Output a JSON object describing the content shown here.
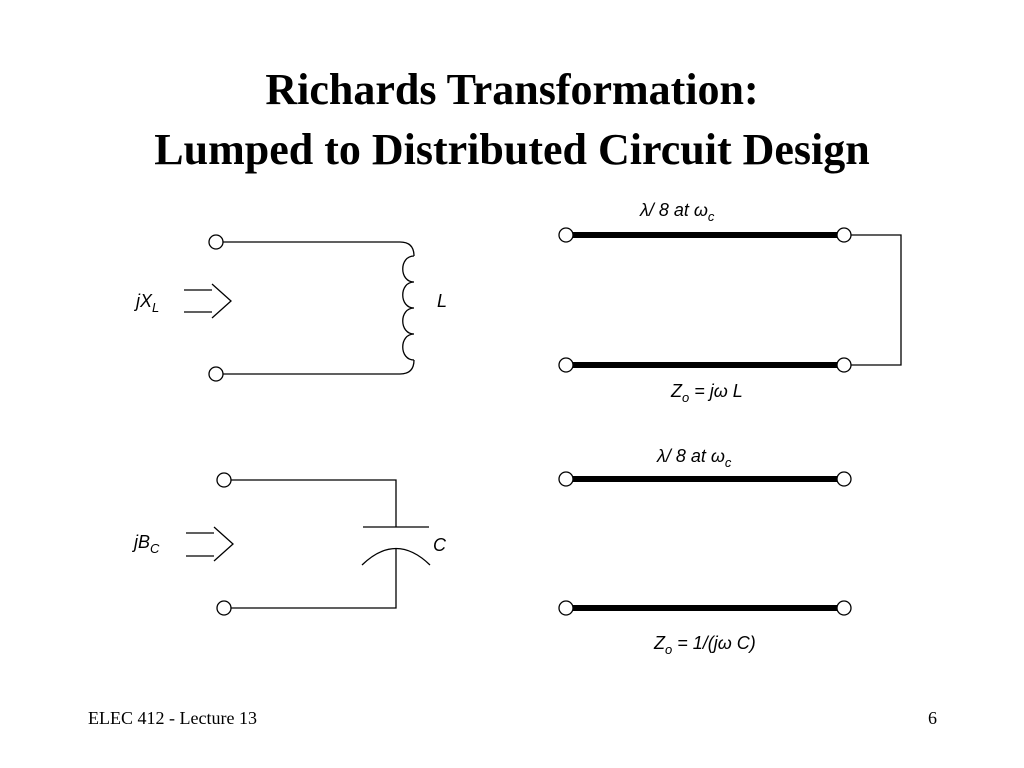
{
  "slide": {
    "title_line1": "Richards Transformation:",
    "title_line2": "Lumped to Distributed Circuit Design"
  },
  "inductor": {
    "port_label_main": "jX",
    "port_label_sub": "L",
    "element_label": "L"
  },
  "capacitor": {
    "port_label_main": "jB",
    "port_label_sub": "C",
    "element_label": "C"
  },
  "stub_short": {
    "length_lambda": "λ",
    "length_mid": "/ 8 at ",
    "length_omega": "ω",
    "length_sub": "c",
    "z_main": "Z",
    "z_sub": "o",
    "z_rest": " = jω L"
  },
  "stub_open": {
    "length_lambda": "λ",
    "length_mid": "/ 8 at ",
    "length_omega": "ω",
    "length_sub": "c",
    "z_main": "Z",
    "z_sub": "o",
    "z_rest": " = 1/(jω C)"
  },
  "footer": {
    "course": "ELEC 412 - Lecture 13",
    "page_number": "6"
  },
  "colors": {
    "line": "#000000",
    "background": "#ffffff"
  }
}
